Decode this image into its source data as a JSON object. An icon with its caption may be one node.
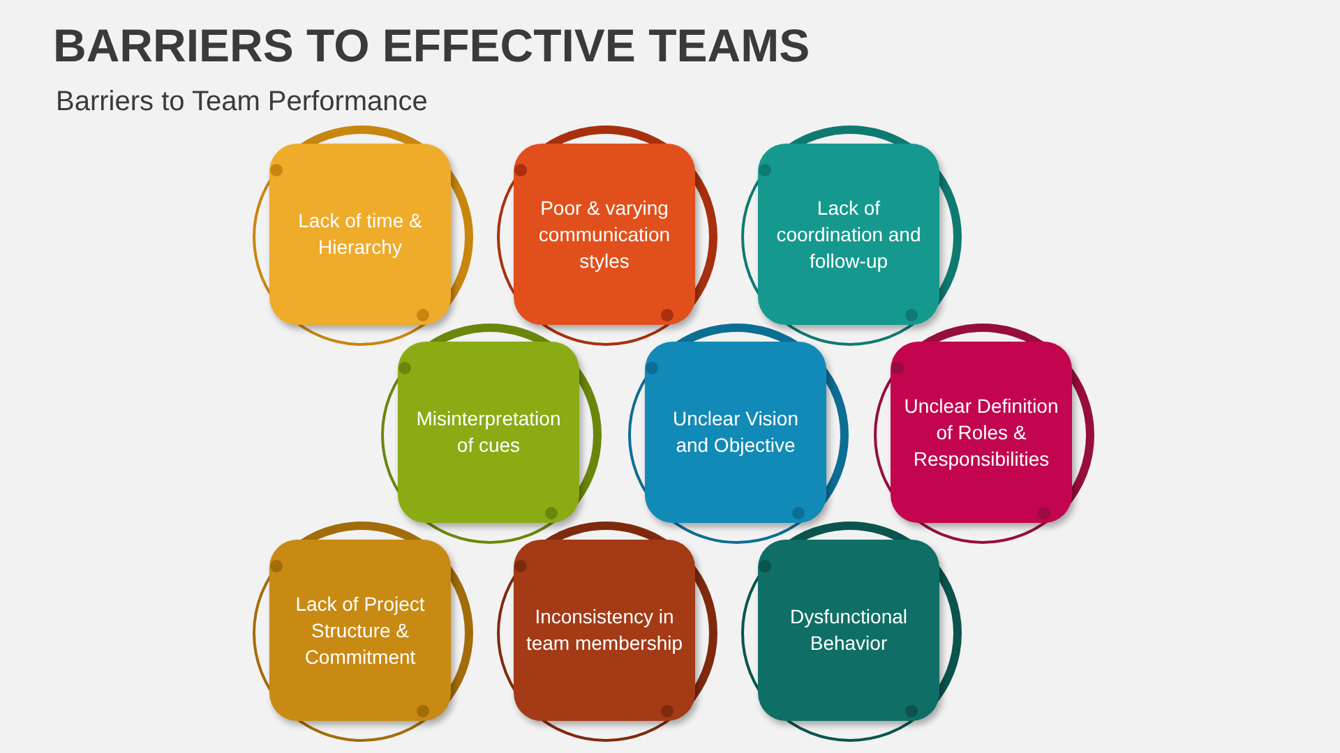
{
  "diagram": {
    "title": "BARRIERS TO EFFECTIVE TEAMS",
    "nodes": [
      {
        "text": [
          "Lack of time & Hierarchy"
        ]
      },
      {
        "text": [
          "Poor & varying communication styles"
        ]
      },
      {
        "text": [
          "Lack of coordination and follow-up"
        ]
      },
      {
        "text": [
          "Misinterpretation of cues"
        ]
      },
      {
        "text": [
          "Unclear Vision and Objective"
        ]
      },
      {
        "text": [
          "Unclear Definition of Roles & Responsibilities"
        ]
      },
      {
        "text": [
          "Lack of Project Structure & Commitment"
        ]
      },
      {
        "text": [
          "Inconsistency in team membership"
        ]
      },
      {
        "text": [
          "Dysfunctional Behavior"
        ]
      }
    ],
    "labels": [
      "Barriers to Team Performance"
    ]
  }
}
